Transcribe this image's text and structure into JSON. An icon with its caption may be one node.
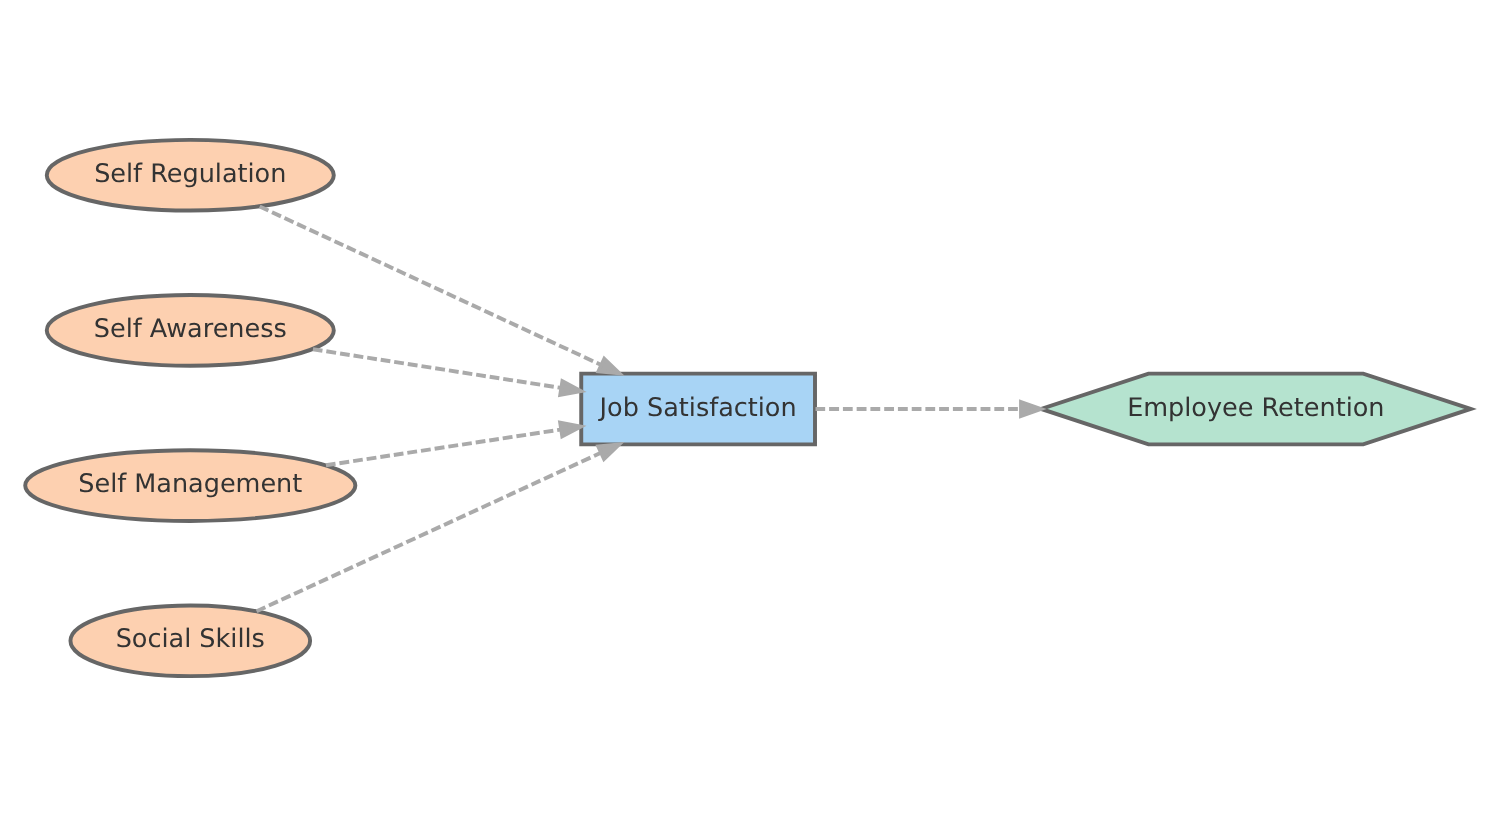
{
  "diagram": {
    "nodes": [
      {
        "text": [
          "Self Regulation"
        ]
      },
      {
        "text": [
          "Self Awareness"
        ]
      },
      {
        "text": [
          "Self Management"
        ]
      },
      {
        "text": [
          "Social Skills"
        ]
      },
      {
        "text": [
          "Job Satisfaction"
        ]
      },
      {
        "text": [
          "Employee Retention"
        ]
      }
    ],
    "edges": [
      {
        "from": 0,
        "to": 4,
        "arrow": "to",
        "style": "dashed"
      },
      {
        "from": 1,
        "to": 4,
        "arrow": "to",
        "style": "dashed"
      },
      {
        "from": 2,
        "to": 4,
        "arrow": "to",
        "style": "dashed"
      },
      {
        "from": 3,
        "to": 4,
        "arrow": "to",
        "style": "dashed"
      },
      {
        "from": 4,
        "to": 5,
        "arrow": "to",
        "style": "dashed"
      }
    ]
  }
}
